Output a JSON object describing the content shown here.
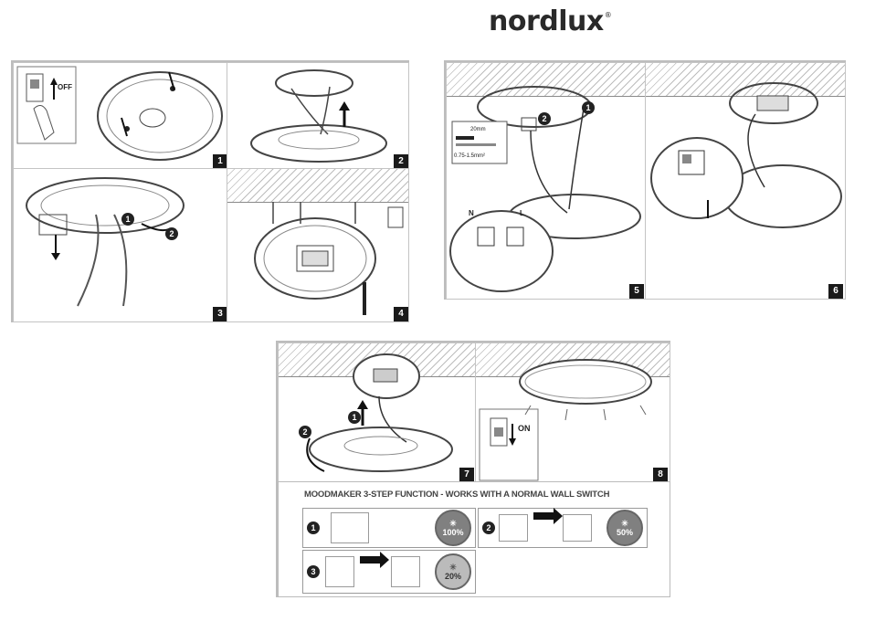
{
  "brand": {
    "name": "nordlux",
    "mark": "®"
  },
  "steps": [
    "1",
    "2",
    "3",
    "4",
    "5",
    "6",
    "7",
    "8"
  ],
  "labels": {
    "off": "OFF",
    "on": "ON",
    "n": "N",
    "l": "L",
    "wire_strip": "20mm",
    "wire_gauge": "0.75-1.5mm²",
    "circle_1": "1",
    "circle_2": "2"
  },
  "modes": {
    "caption": "MOODMAKER 3-STEP FUNCTION - WORKS WITH A NORMAL WALL SWITCH",
    "items": [
      {
        "index": "1",
        "level": "100%"
      },
      {
        "index": "2",
        "level": "50%"
      },
      {
        "index": "3",
        "level": "20%"
      }
    ]
  },
  "colors": {
    "ink": "#1a1a1a",
    "frame": "#bdbdbd",
    "dial": "#808080"
  }
}
